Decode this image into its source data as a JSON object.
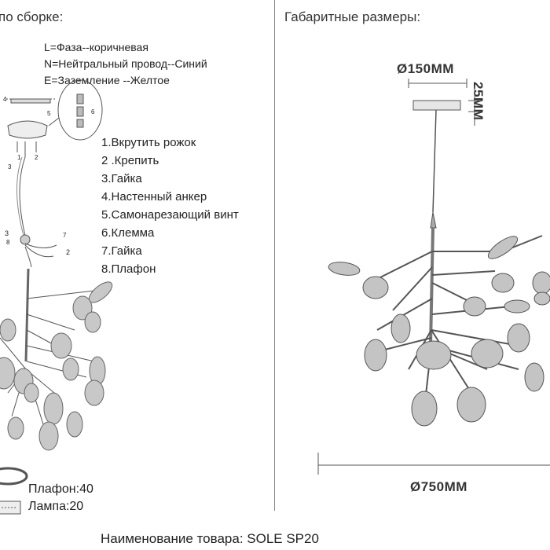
{
  "left": {
    "heading": "по сборке:",
    "wiring": [
      "L=Фаза--коричневая",
      "N=Нейтральный провод--Синий",
      "E=Заземление --Желтое"
    ],
    "steps": [
      "1.Вкрутить рожок",
      "2 .Крепить",
      "3.Гайка",
      "4.Настенный анкер",
      "5.Самонарезающий винт",
      "6.Клемма",
      "7.Гайка",
      "8.Плафон"
    ],
    "callouts": [
      "4",
      "5",
      "1",
      "2",
      "3",
      "6",
      "8",
      "7",
      "3",
      "2"
    ],
    "counts": [
      "Плафон:40",
      "Лампа:20"
    ]
  },
  "right": {
    "heading": "Габаритные размеры:",
    "canopy_diameter": "Ø150MM",
    "canopy_height": "25MM",
    "overall_diameter": "Ø750MM"
  },
  "footer": "Наименование товара: SOLE SP20",
  "colors": {
    "text": "#222222",
    "line": "#555555",
    "shade": "#9a9a9a"
  }
}
